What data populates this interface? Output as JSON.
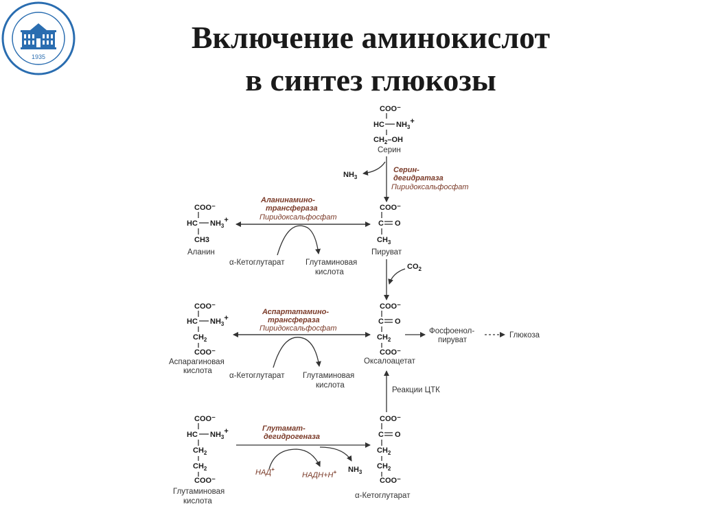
{
  "title": {
    "line1": "Включение аминокислот",
    "line2": "в синтез глюкозы"
  },
  "logo": {
    "year": "1935"
  },
  "colors": {
    "enzyme": "#7a3a28",
    "text": "#1a1a1a",
    "arrow": "#333333",
    "logo": "#2a6db0"
  },
  "compounds": {
    "serine": {
      "name": "Серин",
      "l1": "COO",
      "l2a": "HC",
      "l2b": "NH",
      "l3": "CH",
      "l3b": "–OH"
    },
    "pyruvate": {
      "name": "Пируват",
      "l1": "COO",
      "l2": "C",
      "l2b": "O",
      "l3": "CH",
      "l3s": "3"
    },
    "alanine": {
      "name": "Аланин",
      "l1": "COO",
      "l2a": "HC",
      "l2b": "NH",
      "l3": "CH3"
    },
    "oxaloacetate": {
      "name": "Оксалоацетат",
      "l1": "COO",
      "l2": "C",
      "l2b": "O",
      "l3": "CH",
      "l4": "COO"
    },
    "aspartate": {
      "name1": "Аспарагиновая",
      "name2": "кислота",
      "l1": "COO",
      "l2a": "HC",
      "l2b": "NH",
      "l3": "CH",
      "l4": "COO"
    },
    "glutamate": {
      "name1": "Глутаминовая",
      "name2": "кислота",
      "l1": "COO",
      "l2a": "HC",
      "l2b": "NH",
      "l3": "CH",
      "l4": "CH",
      "l5": "COO"
    },
    "akg": {
      "name": "α-Кетоглутарат",
      "l1": "COO",
      "l2": "C",
      "l2b": "O",
      "l3": "CH",
      "l4": "CH",
      "l5": "COO"
    },
    "pep": {
      "name1": "Фосфоенол-",
      "name2": "пируват"
    },
    "glucose": {
      "name": "Глюкоза"
    }
  },
  "enzymes": {
    "serine_dehydratase": {
      "l1": "Серин-",
      "l2": "дегидратаза",
      "cof": "Пиридоксальфосфат"
    },
    "alanine_at": {
      "l1": "Аланинамино-",
      "l2": "трансфераза",
      "cof": "Пиридоксальфосфат"
    },
    "aspartate_at": {
      "l1": "Аспартатамино-",
      "l2": "трансфераза",
      "cof": "Пиридоксальфосфат"
    },
    "glutamate_dh": {
      "l1": "Глутамат-",
      "l2": "дегидрогеназа"
    }
  },
  "side": {
    "nh3": "NH",
    "co2": "CO",
    "akg1": "α-Кетоглутарат",
    "glu1a": "Глутаминовая",
    "glu1b": "кислота",
    "akg2": "α-Кетоглутарат",
    "glu2a": "Глутаминовая",
    "glu2b": "кислота",
    "tca": "Реакции ЦТК",
    "nad": "НАД",
    "nadh": "НАДН+Н",
    "nh3b": "NH"
  }
}
